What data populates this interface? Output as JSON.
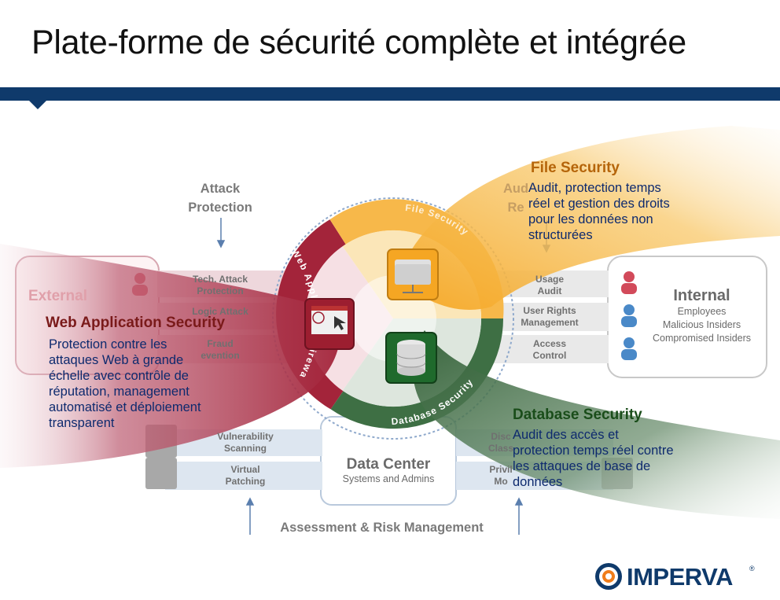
{
  "title": "Plate-forme de sécurité complète et intégrée",
  "attack_protection": [
    "Attack",
    "Protection"
  ],
  "audit_reporting_partial": [
    "Aud",
    "Re"
  ],
  "external": {
    "label": "External"
  },
  "left_rows": [
    [
      "Tech. Attack",
      "Protection"
    ],
    [
      "Logic Attack",
      ""
    ],
    [
      "Fraud",
      "evention"
    ]
  ],
  "right_rows": [
    [
      "Usage",
      "Audit"
    ],
    [
      "User Rights",
      "Management"
    ],
    [
      "Access",
      "Control"
    ]
  ],
  "bottom_left_rows": [
    [
      "Vulnerability",
      "Scanning"
    ],
    [
      "Virtual",
      "Patching"
    ]
  ],
  "bottom_right_rows": [
    [
      "Disc",
      "Class"
    ],
    [
      "Privil",
      "Mo"
    ]
  ],
  "internal": {
    "title": "Internal",
    "items": [
      "Employees",
      "Malicious Insiders",
      "Compromised Insiders"
    ]
  },
  "data_center": {
    "title": "Data Center",
    "subtitle": "Systems and Admins"
  },
  "assessment": "Assessment & Risk Management",
  "ring_labels": {
    "waf": "Web Application Firewall",
    "file": "File Security",
    "db": "Database Security"
  },
  "web_app": {
    "title": "Web Application Security",
    "desc": [
      "Protection contre les",
      "attaques Web à grande",
      "échelle avec contrôle de",
      "réputation, management",
      "automatisé et déploiement",
      "transparent"
    ]
  },
  "file_sec": {
    "title": "File Security",
    "desc": [
      "Audit, protection temps",
      "réel et gestion des droits",
      "pour les données non",
      "structurées"
    ]
  },
  "db_sec": {
    "title": "Database Security",
    "desc": [
      "Audit des accès et",
      "protection temps réel contre",
      "les attaques de base de",
      "données"
    ]
  },
  "logo": {
    "text": "IMPERVA",
    "reg": "®"
  },
  "colors": {
    "navy": "#0f3a6b",
    "red": "#a3243a",
    "orange": "#f5a623",
    "green": "#2f5e34"
  },
  "icons": [
    "person-icon",
    "folder-icon",
    "database-icon",
    "browser-icon",
    "server-icon",
    "imperva-logo-icon"
  ]
}
